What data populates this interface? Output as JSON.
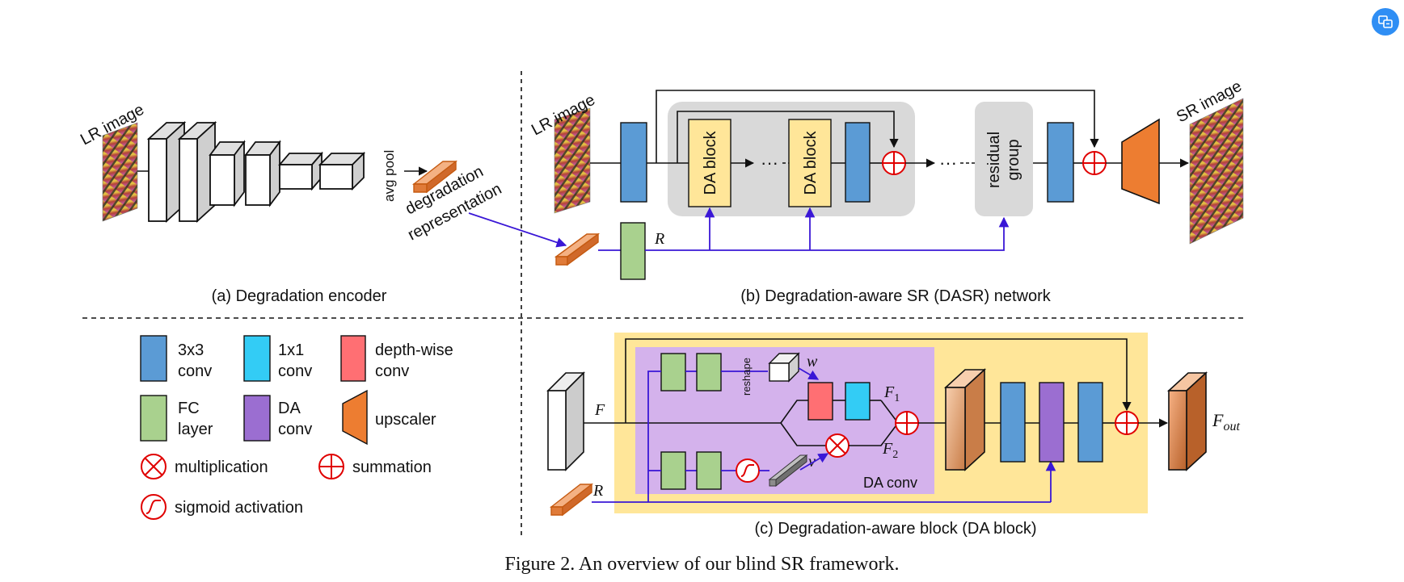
{
  "colors": {
    "conv3x3": "#5b9bd5",
    "conv1x1": "#33ccf5",
    "depthwise_conv": "#ff6f73",
    "fc_layer": "#a9d18e",
    "da_conv": "#9b6ed1",
    "upscaler": "#ed7d31",
    "da_block_fill": "#ffe699",
    "da_conv_region": "#d4b2ec",
    "residual_region": "#d9d9d9",
    "arrow_blue": "#3a17d6",
    "operator_red": "#e00000"
  },
  "panel_a": {
    "input_label": "LR image",
    "pool_label": "avg pool",
    "output_label_line1": "degradation",
    "output_label_line2": "representation",
    "caption": "(a) Degradation encoder"
  },
  "panel_b": {
    "input_label": "LR image",
    "output_label": "SR image",
    "block1_label": "DA block",
    "block2_label": "DA block",
    "ellipsis": "···",
    "group_label_line1": "residual",
    "group_label_line2": "group",
    "r_label": "R",
    "caption": "(b) Degradation-aware SR (DASR) network"
  },
  "legend": {
    "conv3x3_line1": "3x3",
    "conv3x3_line2": "conv",
    "conv1x1_line1": "1x1",
    "conv1x1_line2": "conv",
    "depthwise_line1": "depth-wise",
    "depthwise_line2": "conv",
    "fc_line1": "FC",
    "fc_line2": "layer",
    "daconv_line1": "DA",
    "daconv_line2": "conv",
    "upscaler": "upscaler",
    "multiplication": "multiplication",
    "summation": "summation",
    "sigmoid": "sigmoid activation"
  },
  "panel_c": {
    "f_label": "F",
    "r_label": "R",
    "reshape_label": "reshape",
    "w_label": "w",
    "v_label": "v",
    "f1_label": "F",
    "f1_sub": "1",
    "f2_label": "F",
    "f2_sub": "2",
    "da_conv_label": "DA conv",
    "fout_label": "F",
    "fout_sub": "out",
    "caption": "(c) Degradation-aware block (DA block)"
  },
  "figure_caption": "Figure 2. An overview of our blind SR framework."
}
